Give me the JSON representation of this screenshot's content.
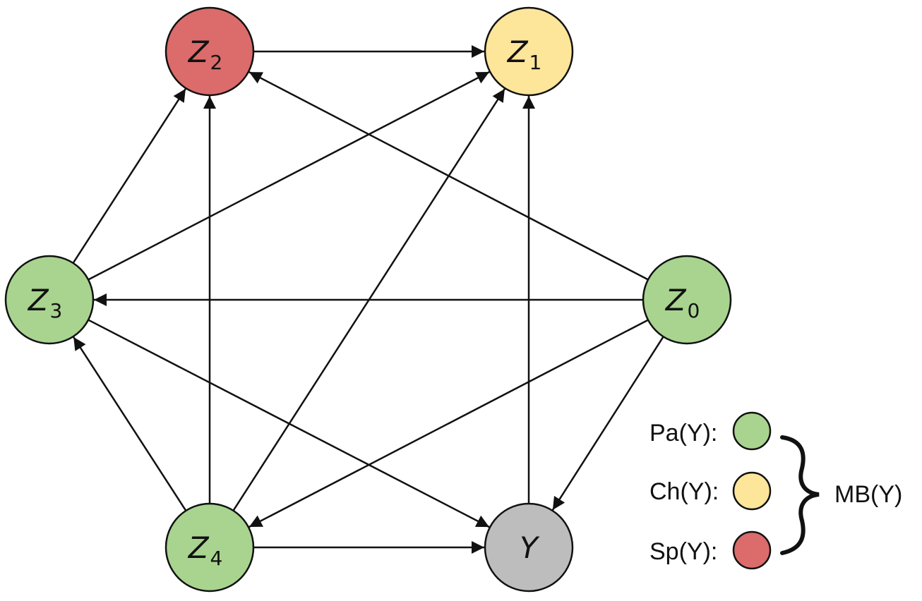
{
  "colors": {
    "parent": "#a8d48f",
    "child": "#fde59a",
    "spouse": "#dc6b6b",
    "target": "#bdbdbd",
    "stroke": "#111111"
  },
  "nodes": [
    {
      "id": "Z2",
      "base": "Z",
      "sub": "2",
      "role": "spouse"
    },
    {
      "id": "Z1",
      "base": "Z",
      "sub": "1",
      "role": "child"
    },
    {
      "id": "Z3",
      "base": "Z",
      "sub": "3",
      "role": "parent"
    },
    {
      "id": "Z0",
      "base": "Z",
      "sub": "0",
      "role": "parent"
    },
    {
      "id": "Z4",
      "base": "Z",
      "sub": "4",
      "role": "parent"
    },
    {
      "id": "Y",
      "base": "Y",
      "sub": "",
      "role": "target"
    }
  ],
  "edges": [
    {
      "from": "Z2",
      "to": "Z1"
    },
    {
      "from": "Z0",
      "to": "Z2"
    },
    {
      "from": "Z3",
      "to": "Z2"
    },
    {
      "from": "Z4",
      "to": "Z2"
    },
    {
      "from": "Z3",
      "to": "Z1"
    },
    {
      "from": "Z4",
      "to": "Z1"
    },
    {
      "from": "Y",
      "to": "Z1"
    },
    {
      "from": "Z0",
      "to": "Z3"
    },
    {
      "from": "Z0",
      "to": "Z4"
    },
    {
      "from": "Z0",
      "to": "Y"
    },
    {
      "from": "Z3",
      "to": "Y"
    },
    {
      "from": "Z4",
      "to": "Z3"
    },
    {
      "from": "Z4",
      "to": "Y"
    }
  ],
  "legend": {
    "items": [
      {
        "label": "Pa(Y):",
        "role": "parent"
      },
      {
        "label": "Ch(Y):",
        "role": "child"
      },
      {
        "label": "Sp(Y):",
        "role": "spouse"
      }
    ],
    "group_label": "MB(Y)"
  }
}
